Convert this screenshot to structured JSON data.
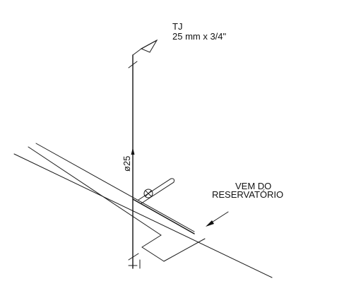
{
  "annotations": {
    "fitting_type": "TJ",
    "fitting_size": "25 mm x 3/4\"",
    "pipe_diameter": "ø25",
    "source_line1": "VEM DO",
    "source_line2": "RESERVATÓRIO"
  },
  "colors": {
    "line": "#1a1a1a",
    "background": "#ffffff"
  }
}
